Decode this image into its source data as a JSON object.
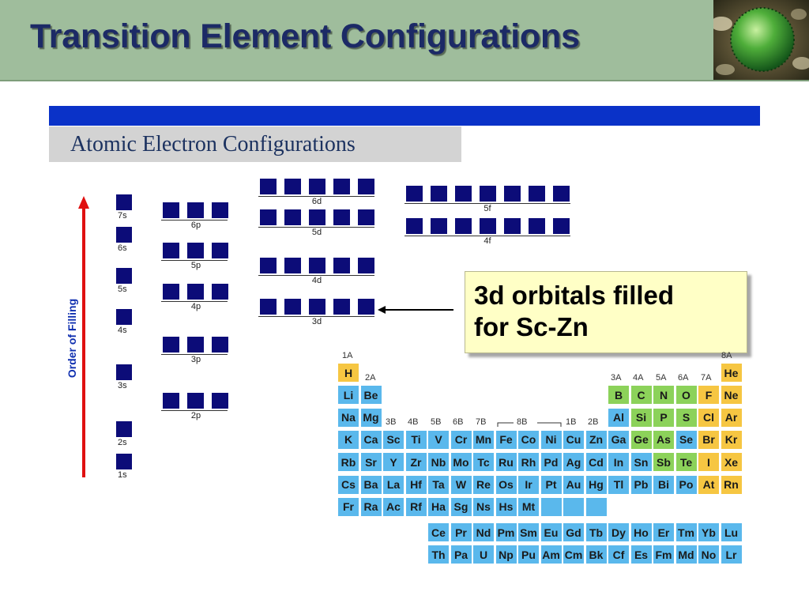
{
  "slide": {
    "title": "Transition Element Configurations"
  },
  "diagram": {
    "title": "Atomic Electron Configurations",
    "axis_label": "Order of Filling",
    "s_labels": [
      "7s",
      "6s",
      "5s",
      "4s",
      "3s",
      "2s",
      "1s"
    ],
    "p_labels": [
      "6p",
      "5p",
      "4p",
      "3p",
      "2p"
    ],
    "d_labels": [
      "6d",
      "5d",
      "4d",
      "3d"
    ],
    "f_labels": [
      "5f",
      "4f"
    ]
  },
  "callout": {
    "line1": "3d orbitals filled",
    "line2": "for Sc-Zn"
  },
  "periodic_table": {
    "group_labels": {
      "g1": "1A",
      "g2": "2A",
      "g3": "3B",
      "g4": "4B",
      "g5": "5B",
      "g6": "6B",
      "g7": "7B",
      "g8": "8B",
      "g11": "1B",
      "g12": "2B",
      "g13": "3A",
      "g14": "4A",
      "g15": "5A",
      "g16": "6A",
      "g17": "7A",
      "g18": "8A"
    },
    "rows": [
      [
        "H",
        "",
        "",
        "",
        "",
        "",
        "",
        "",
        "",
        "",
        "",
        "",
        "",
        "",
        "",
        "",
        "",
        "He"
      ],
      [
        "Li",
        "Be",
        "",
        "",
        "",
        "",
        "",
        "",
        "",
        "",
        "",
        "",
        "B",
        "C",
        "N",
        "O",
        "F",
        "Ne"
      ],
      [
        "Na",
        "Mg",
        "",
        "",
        "",
        "",
        "",
        "",
        "",
        "",
        "",
        "",
        "Al",
        "Si",
        "P",
        "S",
        "Cl",
        "Ar"
      ],
      [
        "K",
        "Ca",
        "Sc",
        "Ti",
        "V",
        "Cr",
        "Mn",
        "Fe",
        "Co",
        "Ni",
        "Cu",
        "Zn",
        "Ga",
        "Ge",
        "As",
        "Se",
        "Br",
        "Kr"
      ],
      [
        "Rb",
        "Sr",
        "Y",
        "Zr",
        "Nb",
        "Mo",
        "Tc",
        "Ru",
        "Rh",
        "Pd",
        "Ag",
        "Cd",
        "In",
        "Sn",
        "Sb",
        "Te",
        "I",
        "Xe"
      ],
      [
        "Cs",
        "Ba",
        "La",
        "Hf",
        "Ta",
        "W",
        "Re",
        "Os",
        "Ir",
        "Pt",
        "Au",
        "Hg",
        "Tl",
        "Pb",
        "Bi",
        "Po",
        "At",
        "Rn"
      ],
      [
        "Fr",
        "Ra",
        "Ac",
        "Rf",
        "Ha",
        "Sg",
        "Ns",
        "Hs",
        "Mt",
        "",
        "",
        ""
      ]
    ],
    "lanthanides": [
      "Ce",
      "Pr",
      "Nd",
      "Pm",
      "Sm",
      "Eu",
      "Gd",
      "Tb",
      "Dy",
      "Ho",
      "Er",
      "Tm",
      "Yb",
      "Lu"
    ],
    "actinides": [
      "Th",
      "Pa",
      "U",
      "Np",
      "Pu",
      "Am",
      "Cm",
      "Bk",
      "Cf",
      "Es",
      "Fm",
      "Md",
      "No",
      "Lr"
    ],
    "colors": {
      "s_block": "#5ab8ec",
      "d_block": "#5ab8ec",
      "p_block_green": "#8cd25a",
      "p_block_yellow": "#f6c642",
      "f_block": "#5ab8ec",
      "orbital_square": "#0c0c78"
    }
  }
}
